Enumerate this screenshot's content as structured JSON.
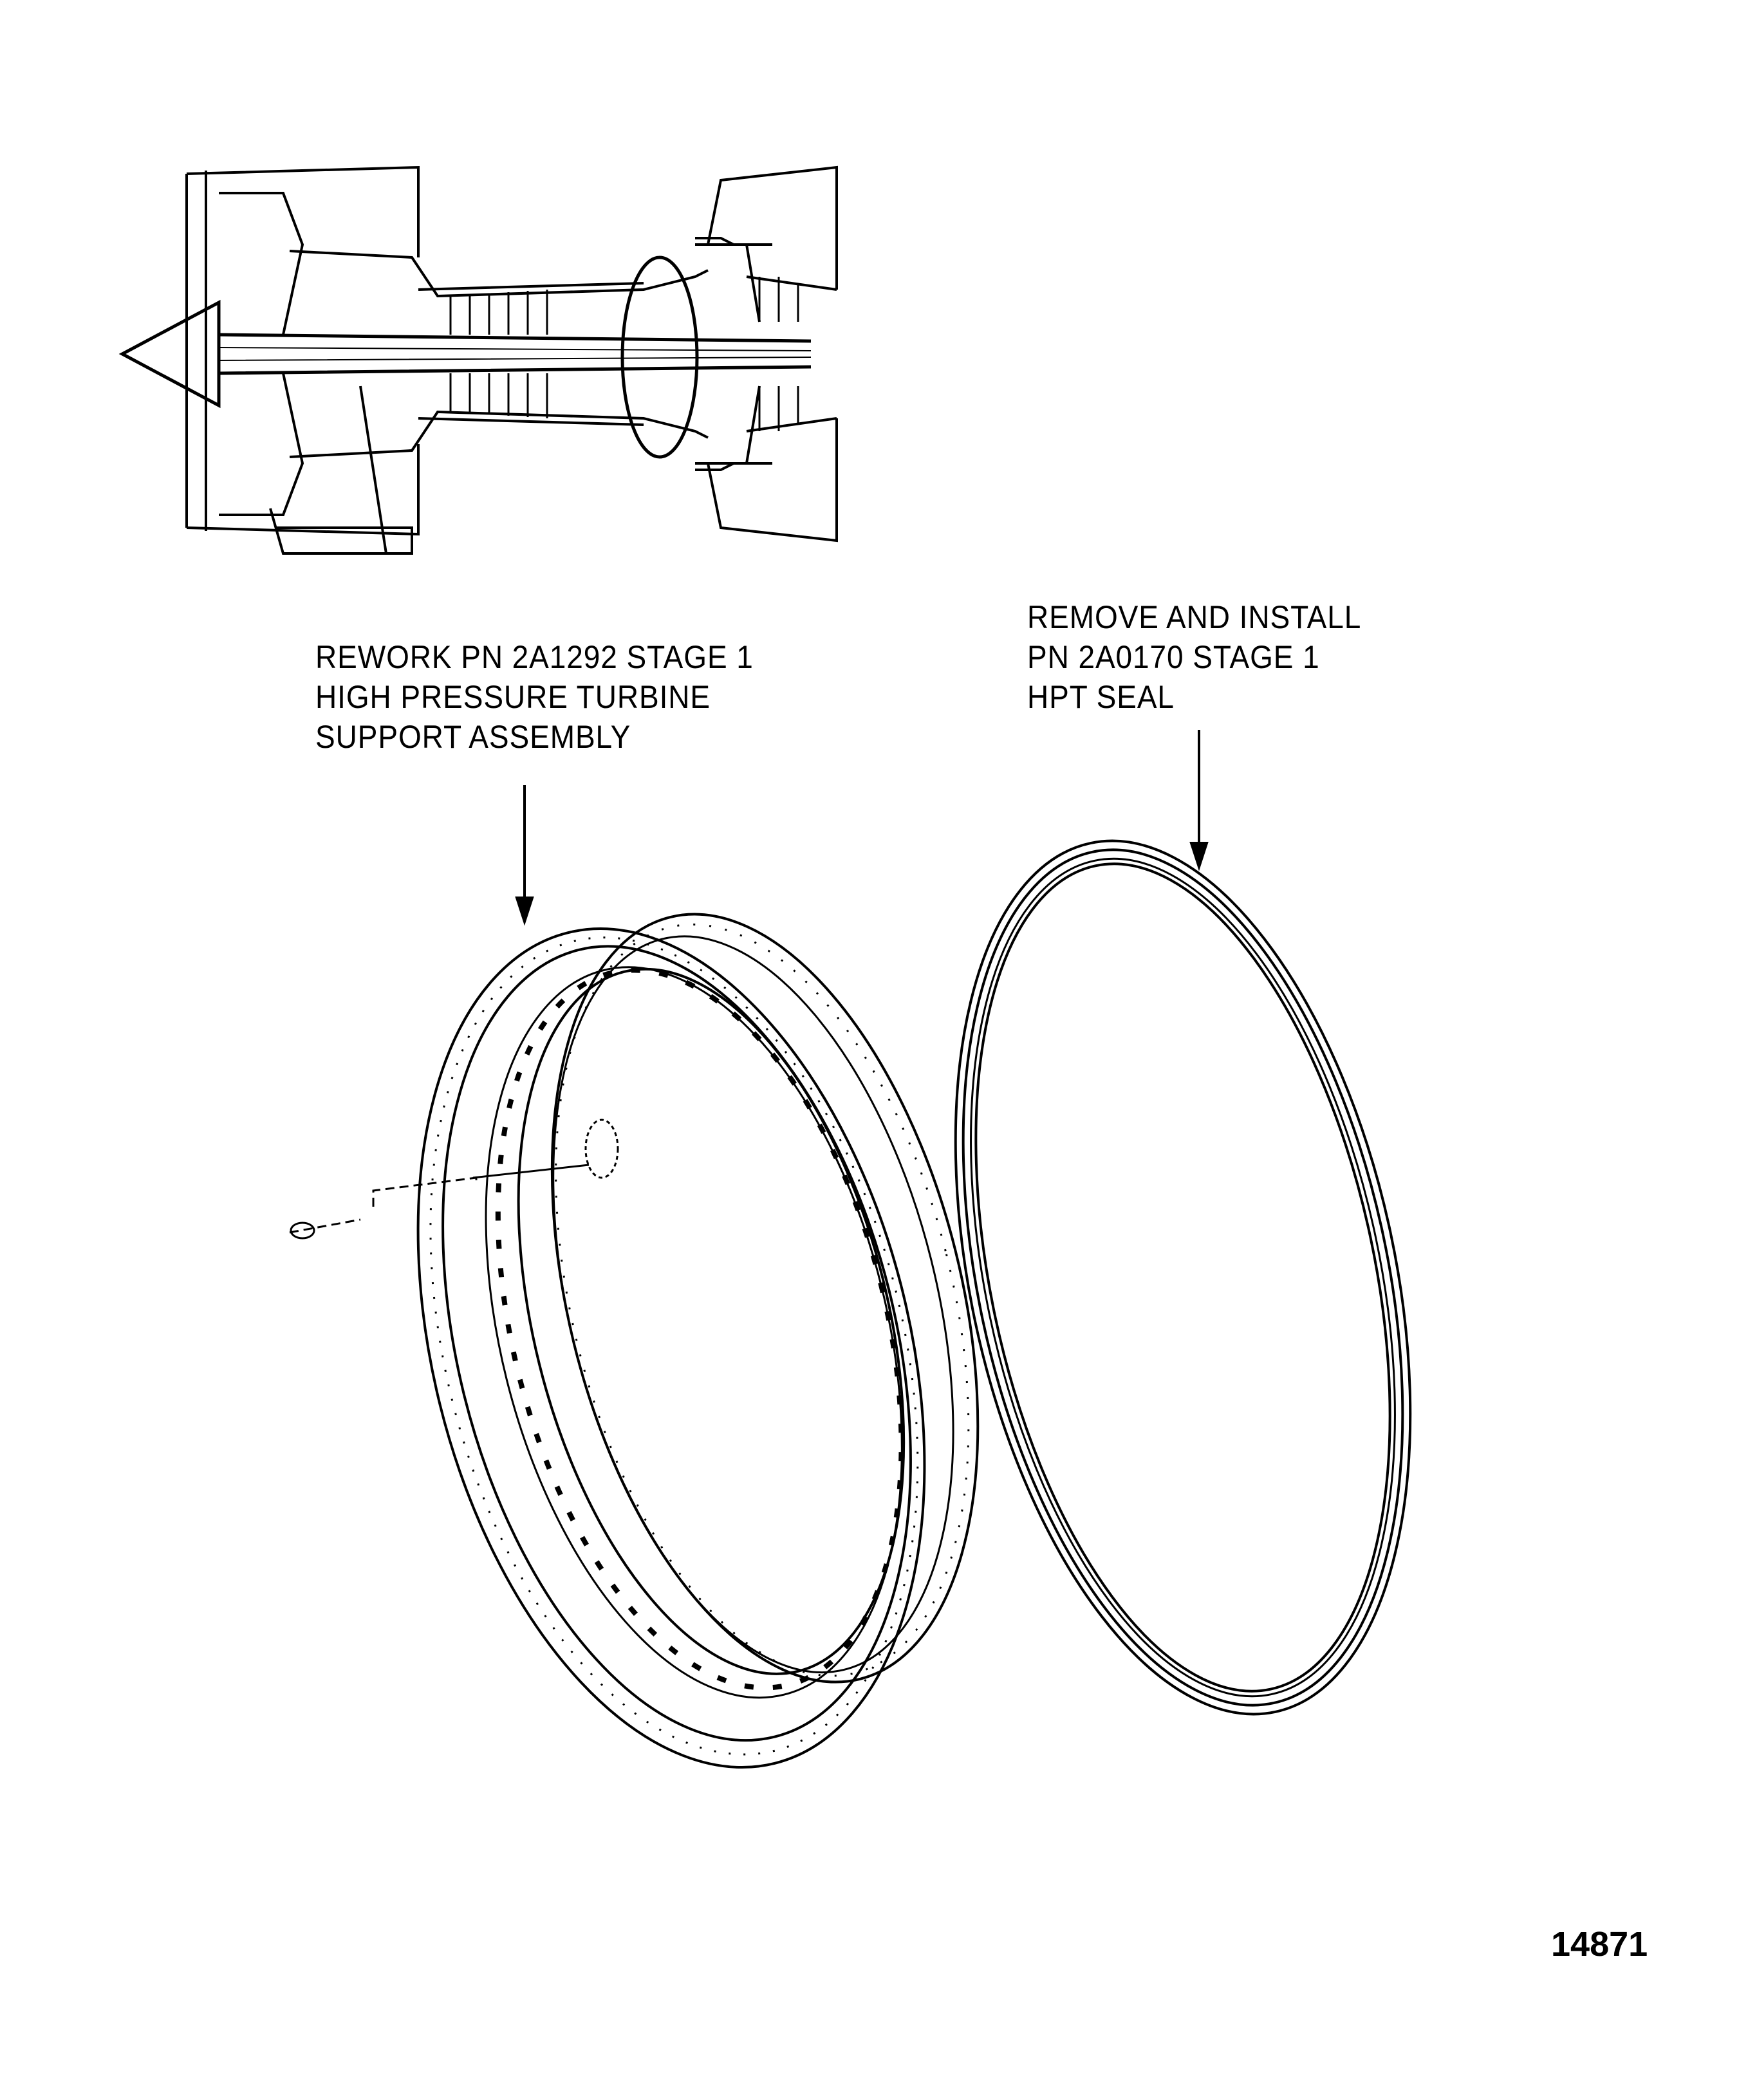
{
  "callouts": {
    "support_assembly": {
      "lines": [
        "REWORK PN 2A1292 STAGE 1",
        "HIGH PRESSURE TURBINE",
        "SUPPORT ASSEMBLY"
      ]
    },
    "hpt_seal": {
      "lines": [
        "REMOVE AND INSTALL",
        "PN 2A0170 STAGE 1",
        "HPT SEAL"
      ]
    }
  },
  "figure_number": "14871",
  "colors": {
    "ink": "#000000",
    "paper": "#ffffff"
  }
}
